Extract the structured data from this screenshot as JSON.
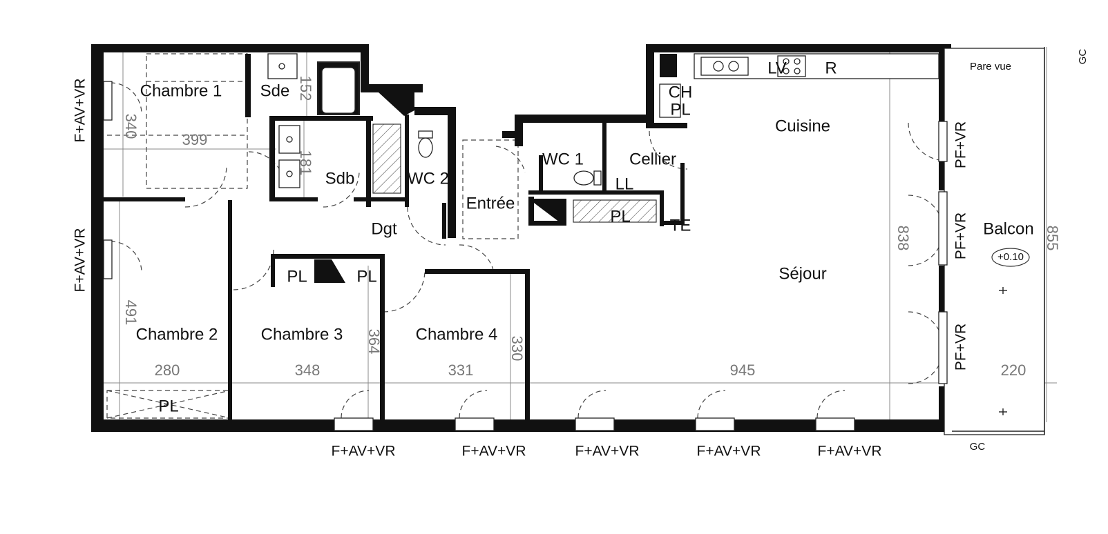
{
  "rooms": {
    "chambre1": "Chambre 1",
    "sde": "Sde",
    "sdb": "Sdb",
    "wc2": "WC 2",
    "entree": "Entrée",
    "wc1": "WC 1",
    "cellier": "Cellier",
    "ll": "LL",
    "pl_corridor": "PL",
    "te": "TE",
    "ch": "CH",
    "pl_ch": "PL",
    "lv": "LV",
    "r": "R",
    "cuisine": "Cuisine",
    "sejour": "Séjour",
    "balcon": "Balcon",
    "dgt": "Dgt",
    "chambre2": "Chambre 2",
    "chambre3": "Chambre 3",
    "chambre4": "Chambre 4",
    "pl_ch3a": "PL",
    "pl_ch3b": "PL",
    "pl_ch2": "PL"
  },
  "annotations": {
    "pare_vue": "Pare vue",
    "gc_top": "GC",
    "gc_bottom": "GC",
    "level": "+0.10"
  },
  "dimensions": {
    "d340": "340",
    "d399": "399",
    "d152": "152",
    "d181": "181",
    "d491": "491",
    "d280": "280",
    "d348": "348",
    "d364": "364",
    "d331": "331",
    "d330": "330",
    "d945": "945",
    "d838": "838",
    "d855": "855",
    "d220": "220"
  },
  "windows": {
    "left_top": "F+AV+VR",
    "left_bottom": "F+AV+VR",
    "bottom_1": "F+AV+VR",
    "bottom_2": "F+AV+VR",
    "bottom_3": "F+AV+VR",
    "bottom_4": "F+AV+VR",
    "bottom_5": "F+AV+VR",
    "right_1": "PF+VR",
    "right_2": "PF+VR",
    "right_3": "PF+VR"
  }
}
